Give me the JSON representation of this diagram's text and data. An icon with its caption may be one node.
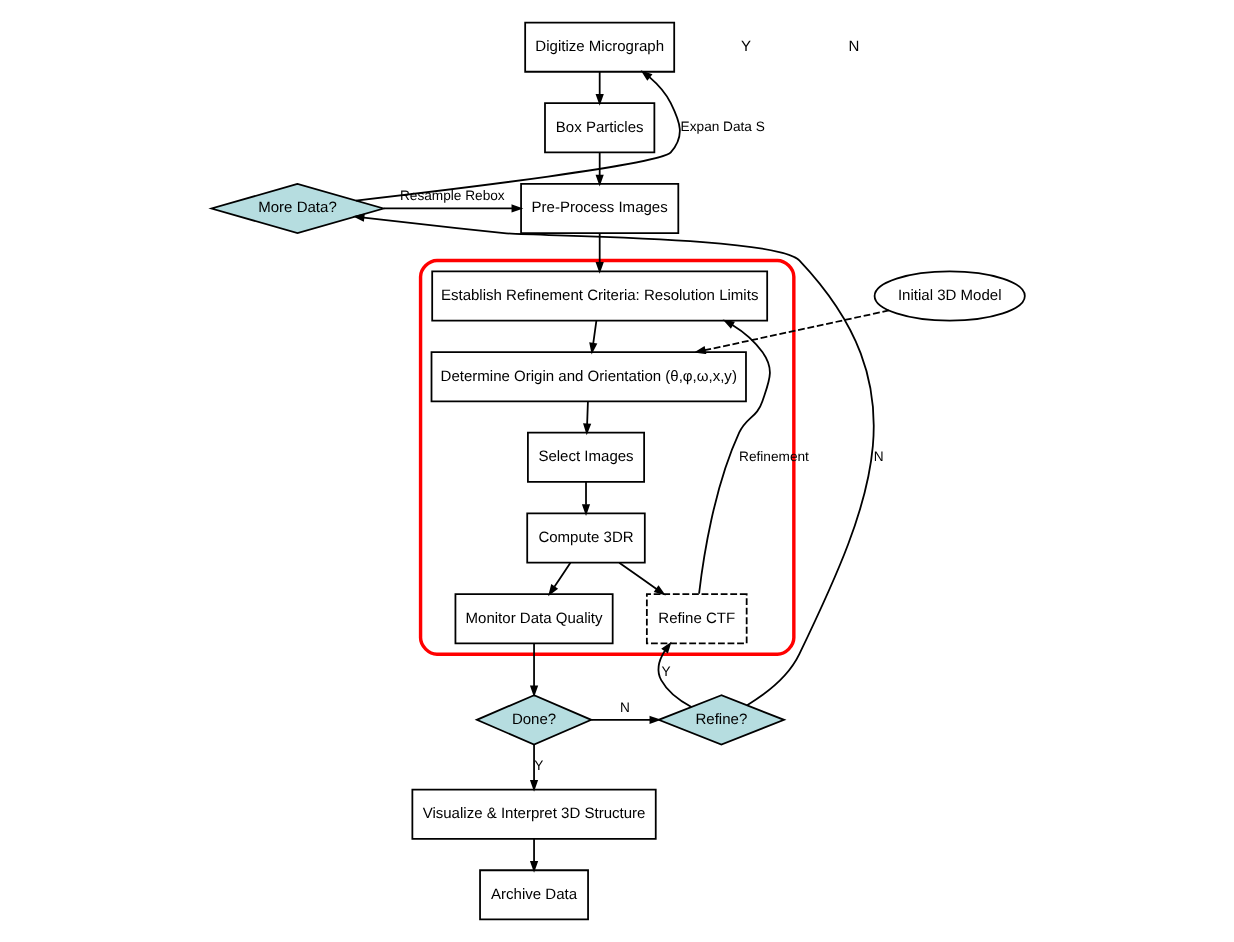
{
  "diagram": {
    "nodes": [
      {
        "text": [
          "Digitize Micrograph"
        ]
      },
      {
        "text": [
          "Box Particles"
        ]
      },
      {
        "text": [
          "Pre-Process Images"
        ]
      },
      {
        "text": [
          "More Data?"
        ]
      },
      {
        "text": [],
        "shape": "cloud"
      },
      {
        "text": [
          "Establish Refinement Criteria: Resolution Limits"
        ],
        "in": 4
      },
      {
        "text": [
          "Determine Origin and Orientation (θ,φ,ω,x,y)"
        ],
        "in": 4
      },
      {
        "text": [
          "Select Images"
        ],
        "in": 4
      },
      {
        "text": [
          "Compute 3DR"
        ],
        "in": 4
      },
      {
        "text": [
          "Monitor Data Quality"
        ],
        "in": 4
      },
      {
        "text": [
          "Refine CTF"
        ],
        "in": 4
      },
      {
        "text": [
          "Initial 3D Model"
        ]
      },
      {
        "text": [
          "Done?"
        ]
      },
      {
        "text": [
          "Refine?"
        ]
      },
      {
        "text": [
          "Visualize & Interpret 3D Structure"
        ]
      },
      {
        "text": [
          "Archive Data"
        ]
      }
    ],
    "edges": [
      {
        "from": 3,
        "to": 0,
        "arrow": "to",
        "label": "Expan Data S"
      },
      {
        "from": 0,
        "to": 1,
        "arrow": "to"
      },
      {
        "from": 1,
        "to": 2,
        "arrow": "to"
      },
      {
        "from": 3,
        "to": 2,
        "arrow": "to",
        "label": "Resample Rebox"
      },
      {
        "from": 2,
        "to": 5,
        "arrow": "to"
      },
      {
        "from": 5,
        "to": 6,
        "arrow": "to"
      },
      {
        "from": 11,
        "to": 6,
        "arrow": "to",
        "style": "dashed"
      },
      {
        "from": 6,
        "to": 7,
        "arrow": "to"
      },
      {
        "from": 7,
        "to": 8,
        "arrow": "to"
      },
      {
        "from": 8,
        "to": 9,
        "arrow": "to"
      },
      {
        "from": 9,
        "to": 12,
        "arrow": "to"
      },
      {
        "from": 8,
        "to": 10,
        "arrow": "to"
      },
      {
        "from": 13,
        "to": 10,
        "arrow": "to",
        "label": "Y"
      },
      {
        "from": 10,
        "to": 5,
        "arrow": "to",
        "label": "Refinement"
      },
      {
        "from": 12,
        "to": 13,
        "arrow": "to",
        "label": "N"
      },
      {
        "from": 13,
        "to": 3,
        "arrow": "to",
        "label": "N"
      },
      {
        "from": 12,
        "to": 14,
        "arrow": "to",
        "label": "Y"
      },
      {
        "from": 14,
        "to": 15,
        "arrow": "to"
      }
    ],
    "labels": [
      "Y",
      "N"
    ]
  }
}
